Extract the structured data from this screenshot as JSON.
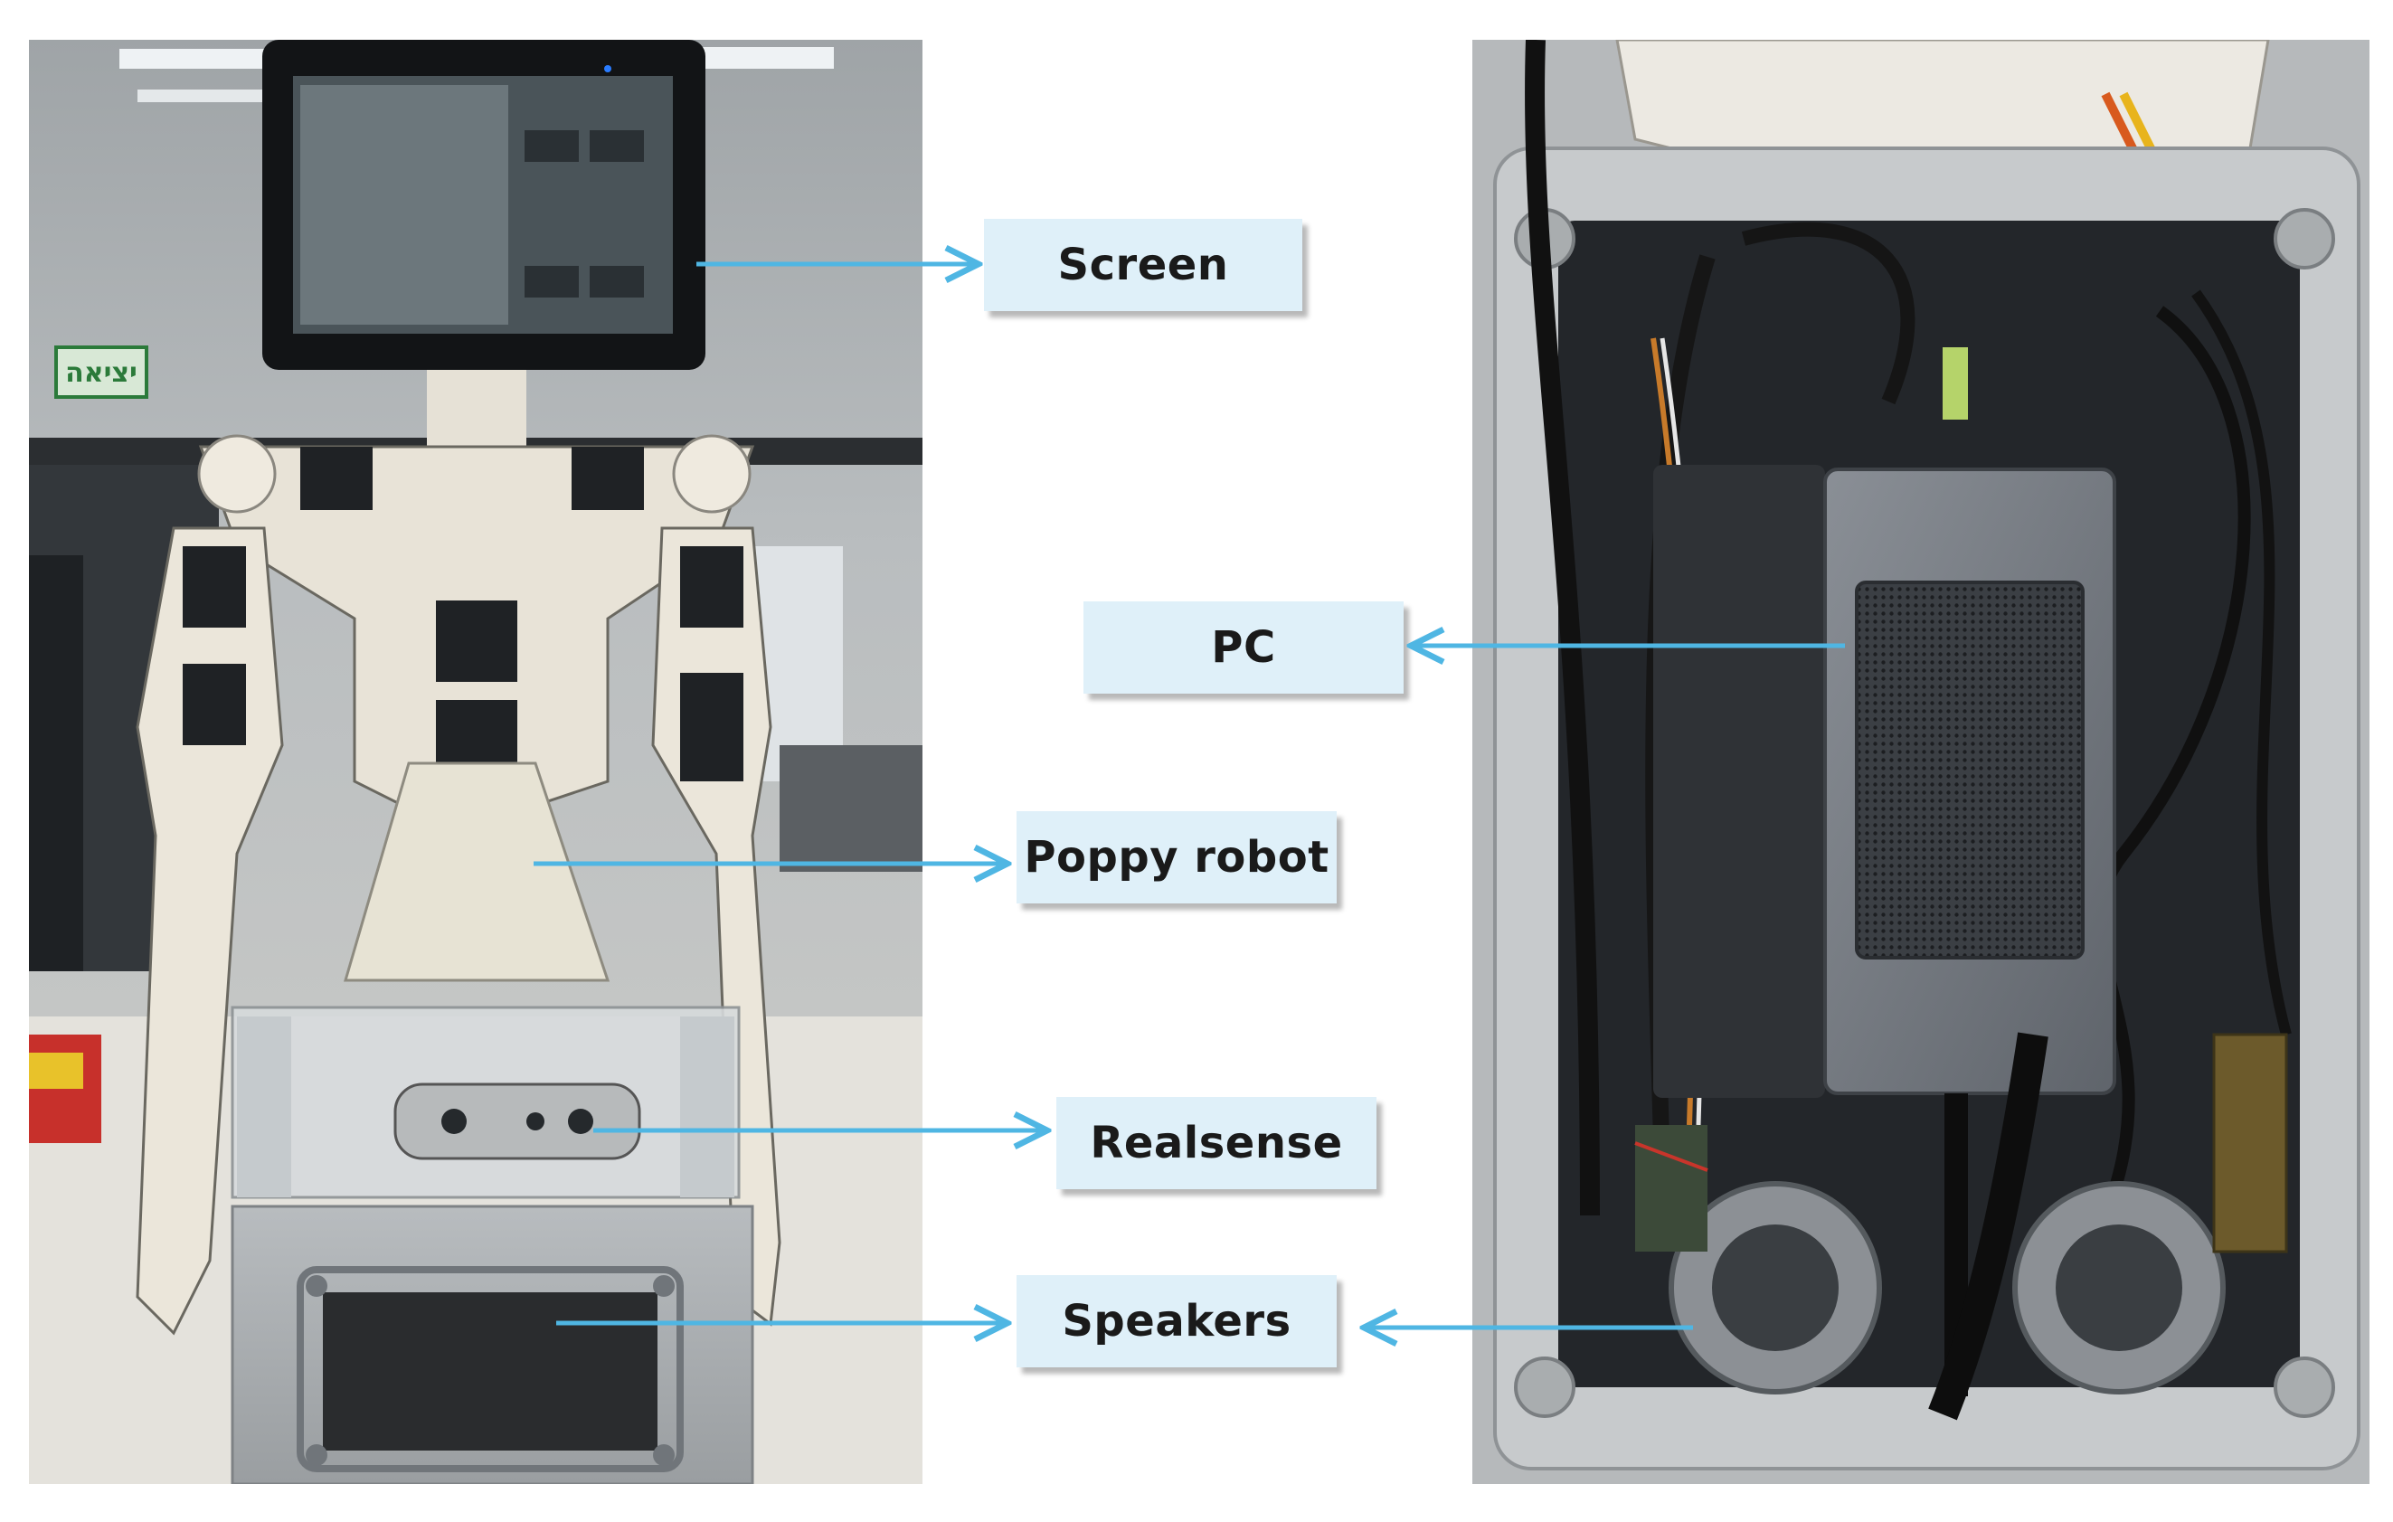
{
  "labels": {
    "screen": "Screen",
    "pc": "PC",
    "poppy_robot": "Poppy robot",
    "realsense": "Realsense",
    "speakers": "Speakers"
  },
  "colors": {
    "callout_fill": "#dff0f9",
    "arrow": "#4fb6e3",
    "text": "#1a1a1a"
  }
}
